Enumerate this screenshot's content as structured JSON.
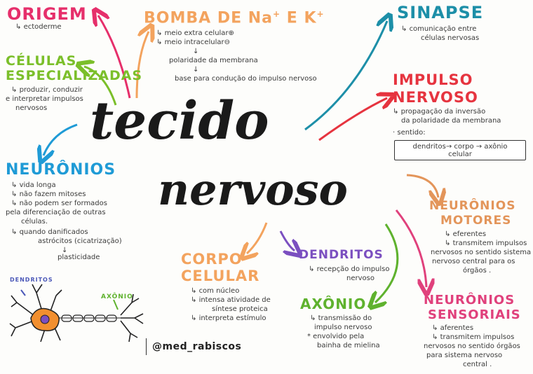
{
  "title": {
    "line1": "tecido",
    "line2": "nervoso"
  },
  "origem": {
    "heading": "ORIGEM",
    "items": [
      "ectoderme"
    ]
  },
  "celulas": {
    "heading1": "CÉLULAS",
    "heading2": "ESPECIALIZADAS",
    "items": [
      "produzir, conduzir",
      "e interpretar impulsos",
      "nervosos"
    ]
  },
  "bomba": {
    "heading": "BOMBA DE Na",
    "sup1": "+",
    "heading_mid": " E K",
    "sup2": "+",
    "items": [
      "meio extra celular⊕",
      "meio intracelular⊖"
    ],
    "line2": "polaridade da membrana",
    "line3": "base para condução do impulso nervoso"
  },
  "sinapse": {
    "heading": "SINAPSE",
    "items": [
      "comunicação entre",
      "células nervosas"
    ]
  },
  "impulso": {
    "heading1": "IMPULSO",
    "heading2": "NERVOSO",
    "items": [
      "propagação da inversão",
      "da polaridade da membrana"
    ],
    "sentido": "· sentido:",
    "flow1": "dendritos→ corpo → axônio",
    "flow2": "celular"
  },
  "neuronios": {
    "heading": "NEURÔNIOS",
    "items": [
      "vida longa",
      "não fazem mitoses",
      "não podem ser formados",
      "pela diferenciação de outras",
      "células.",
      "quando danificados",
      "astrócitos (cicatrização)",
      "plasticidade"
    ]
  },
  "neuron_labels": {
    "dendritos": "DENDRITOS",
    "axonio": "AXÔNIO"
  },
  "corpo": {
    "heading1": "CORPO",
    "heading2": "CELULAR",
    "items": [
      "com núcleo",
      "intensa atividade de",
      "síntese proteica",
      "interpreta estímulo"
    ]
  },
  "dendritos": {
    "heading": "DENDRITOS",
    "items": [
      "recepção do impulso",
      "nervoso"
    ]
  },
  "axonio": {
    "heading": "AXÔNIO",
    "items": [
      "transmissão do",
      "impulso nervoso",
      "* envolvido pela",
      "bainha de mielina"
    ]
  },
  "motores": {
    "heading1": "NEURÔNIOS",
    "heading2": "MOTORES",
    "items": [
      "eferentes",
      "transmitem impulsos",
      "nervosos no sentido sistema",
      "nervoso central para os",
      "órgãos ."
    ]
  },
  "sensoriais": {
    "heading1": "NEURÔNIOS",
    "heading2": "SENSORIAIS",
    "items": [
      "aferentes",
      "transmitem impulsos",
      "nervosos no sentido órgãos",
      "para sistema nervoso",
      "central ."
    ]
  },
  "credit": {
    "handle": "@med_rabiscos"
  },
  "colors": {
    "pink": "#e62f6b",
    "green": "#7bbf2a",
    "blue": "#1f9bd6",
    "orange": "#f3a35e",
    "teal": "#1d8fa8",
    "red": "#e6343f",
    "brown": "#e3955a",
    "purple": "#7b4fc0",
    "magenta": "#e0417c"
  }
}
